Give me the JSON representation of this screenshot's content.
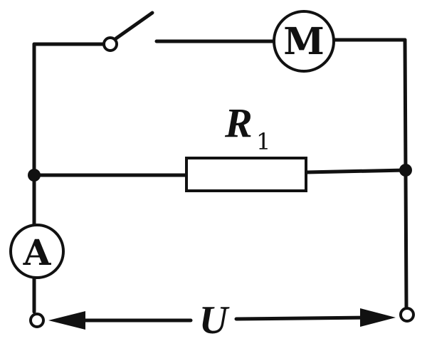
{
  "diagram": {
    "motor_symbol": "M",
    "ammeter_symbol": "A",
    "resistor_label": "R",
    "resistor_subscript": "1",
    "voltage_label": "U"
  },
  "colors": {
    "wire": "#111111",
    "background": "#ffffff"
  }
}
